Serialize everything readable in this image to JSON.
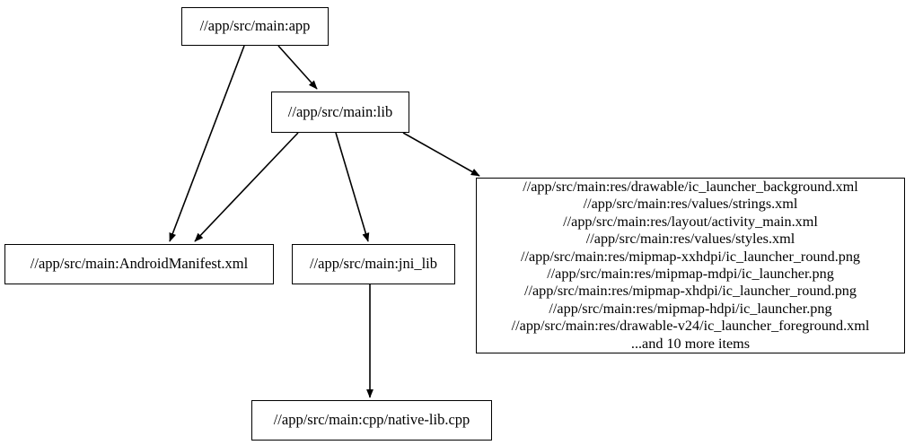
{
  "graph": {
    "type": "directed-dependency-graph",
    "background_color": "#ffffff",
    "edge_color": "#000000",
    "node_border_color": "#000000",
    "node_fill_color": "#ffffff",
    "text_color": "#000000"
  },
  "nodes": {
    "app": {
      "label": "//app/src/main:app"
    },
    "lib": {
      "label": "//app/src/main:lib"
    },
    "manifest": {
      "label": "//app/src/main:AndroidManifest.xml"
    },
    "jni_lib": {
      "label": "//app/src/main:jni_lib"
    },
    "native_lib": {
      "label": "//app/src/main:cpp/native-lib.cpp"
    },
    "resources": {
      "lines": [
        "//app/src/main:res/drawable/ic_launcher_background.xml",
        "//app/src/main:res/values/strings.xml",
        "//app/src/main:res/layout/activity_main.xml",
        "//app/src/main:res/values/styles.xml",
        "//app/src/main:res/mipmap-xxhdpi/ic_launcher_round.png",
        "//app/src/main:res/mipmap-mdpi/ic_launcher.png",
        "//app/src/main:res/mipmap-xhdpi/ic_launcher_round.png",
        "//app/src/main:res/mipmap-hdpi/ic_launcher.png",
        "//app/src/main:res/drawable-v24/ic_launcher_foreground.xml",
        "...and 10 more items"
      ],
      "more_items_count": 10
    }
  },
  "edges": [
    {
      "from": "app",
      "to": "manifest"
    },
    {
      "from": "app",
      "to": "lib"
    },
    {
      "from": "lib",
      "to": "manifest"
    },
    {
      "from": "lib",
      "to": "jni_lib"
    },
    {
      "from": "lib",
      "to": "resources"
    },
    {
      "from": "jni_lib",
      "to": "native_lib"
    }
  ]
}
